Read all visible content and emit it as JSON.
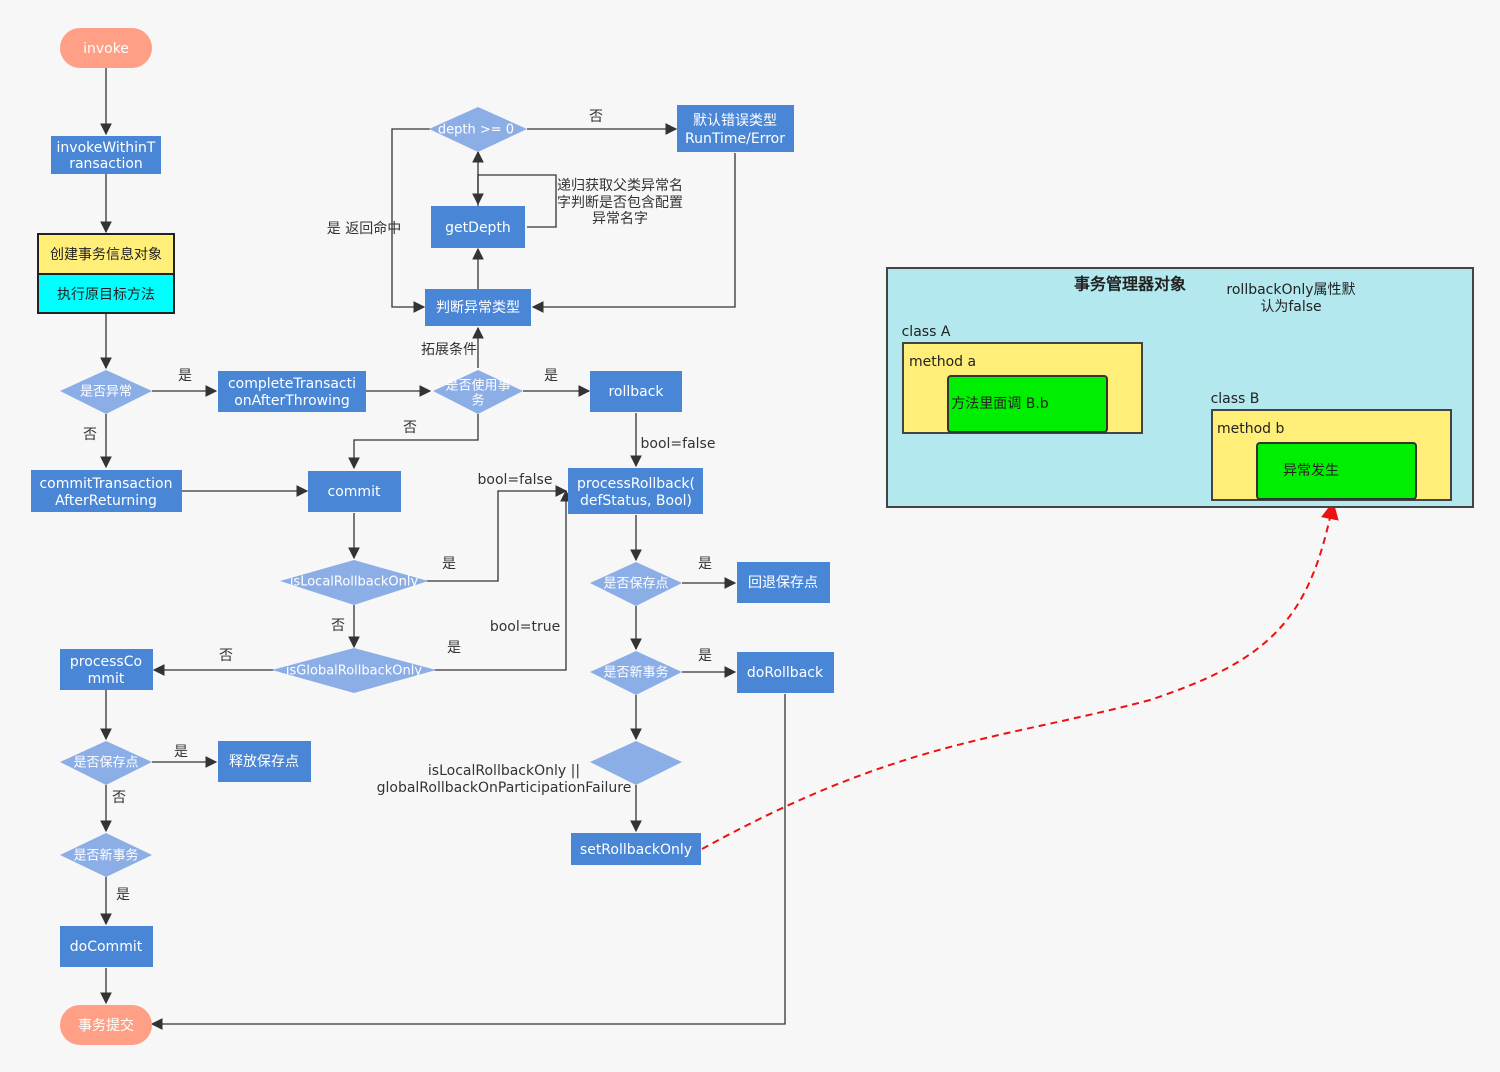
{
  "nodes": {
    "invoke": "invoke",
    "invoke_within_1": "invokeWithinT",
    "invoke_within_2": "ransaction",
    "create_tx_info": "创建事务信息对象",
    "exec_target": "执行原目标方法",
    "is_exception": "是否异常",
    "complete_after_throwing_1": "completeTransacti",
    "complete_after_throwing_2": "onAfterThrowing",
    "commit_after_returning_1": "commitTransaction",
    "commit_after_returning_2": "AfterReturning",
    "use_transaction_1": "是否使用事",
    "use_transaction_2": "务",
    "rollback": "rollback",
    "judge_exception_type": "判断异常类型",
    "get_depth": "getDepth",
    "depth_check": "depth >= 0",
    "default_error_type_1": "默认错误类型",
    "default_error_type_2": "RunTime/Error",
    "commit": "commit",
    "process_rollback_1": "processRollback(",
    "process_rollback_2": "defStatus,   Bool)",
    "is_local_rollback_only": "isLocalRollbackOnly",
    "is_global_rollback_only": "isGlobalRollbackOnly",
    "process_commit_1": "processCo",
    "process_commit_2": "mmit",
    "has_savepoint_left": "是否保存点",
    "release_savepoint": "释放保存点",
    "is_new_tx_left": "是否新事务",
    "do_commit": "doCommit",
    "tx_commit": "事务提交",
    "has_savepoint_right": "是否保存点",
    "rollback_to_savepoint": "回退保存点",
    "is_new_tx_right": "是否新事务",
    "do_rollback": "doRollback",
    "set_rollback_only": "setRollbackOnly"
  },
  "labels": {
    "yes": "是",
    "no": "否",
    "yes_return_hit": "是   返回命中",
    "recursive_note_1": "递归获取父类异常名",
    "recursive_note_2": "字判断是否包含配置",
    "recursive_note_3": "异常名字",
    "extend_condition": "拓展条件",
    "bool_false": "bool=false",
    "bool_true": "bool=true",
    "or_condition_1": "isLocalRollbackOnly       ||",
    "or_condition_2": "globalRollbackOnParticipationFailure"
  },
  "tx_manager": {
    "title": "事务管理器对象",
    "note_1": "rollbackOnly属性默",
    "note_2": "认为false",
    "class_a": "class  A",
    "method_a": "method a",
    "call_bb": "方法里面调 B.b",
    "class_b": "class  B",
    "method_b": "method b",
    "exception": "异常发生"
  },
  "colors": {
    "process_box": "#4a86d6",
    "decision": "#8caee6",
    "terminal": "#ff9f85",
    "yellow_box": "#ffee77",
    "cyan_box": "#00ffff",
    "panel_fill": "#b3e8ee",
    "green_box": "#00ee00",
    "dashed_arrow": "#ee1111"
  }
}
